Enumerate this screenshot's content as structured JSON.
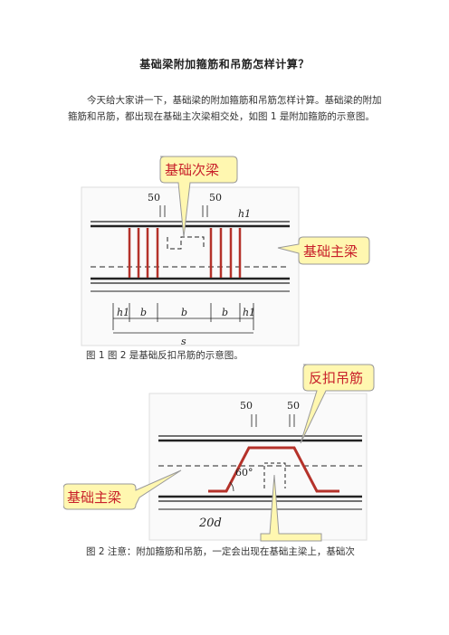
{
  "title": "基础梁附加箍筋和吊筋怎样计算？",
  "paragraph1": "今天给大家讲一下，基础梁的附加箍筋和吊筋怎样计算。基础梁的附加箍筋和吊筋，都出现在基础主次梁相交处，如图 1 是附加箍筋的示意图。",
  "figure1": {
    "callout_secondary_beam": "基础次梁",
    "callout_main_beam": "基础主梁",
    "dim_top_left": "50",
    "dim_top_right": "50",
    "dim_h1_right": "h1",
    "dim_h1_left_bottom": "h1",
    "dim_b1": "b",
    "dim_b2": "b",
    "dim_b3": "b",
    "dim_h1_right_bottom": "h1",
    "dim_s": "s"
  },
  "caption1": "图 1 图 2 是基础反扣吊筋的示意图。",
  "figure2": {
    "callout_hanger": "反扣吊筋",
    "callout_main_beam": "基础主梁",
    "dim_top_left": "50",
    "dim_top_right": "50",
    "angle": "60°",
    "dim_bottom": "20d"
  },
  "caption2": "图  2  注意：附加箍筋和吊筋，一定会出现在基础主梁上，基础次",
  "colors": {
    "rebar_red": "#b5322a",
    "callout_fill": "#fff7b0",
    "callout_text": "#c8202a"
  }
}
